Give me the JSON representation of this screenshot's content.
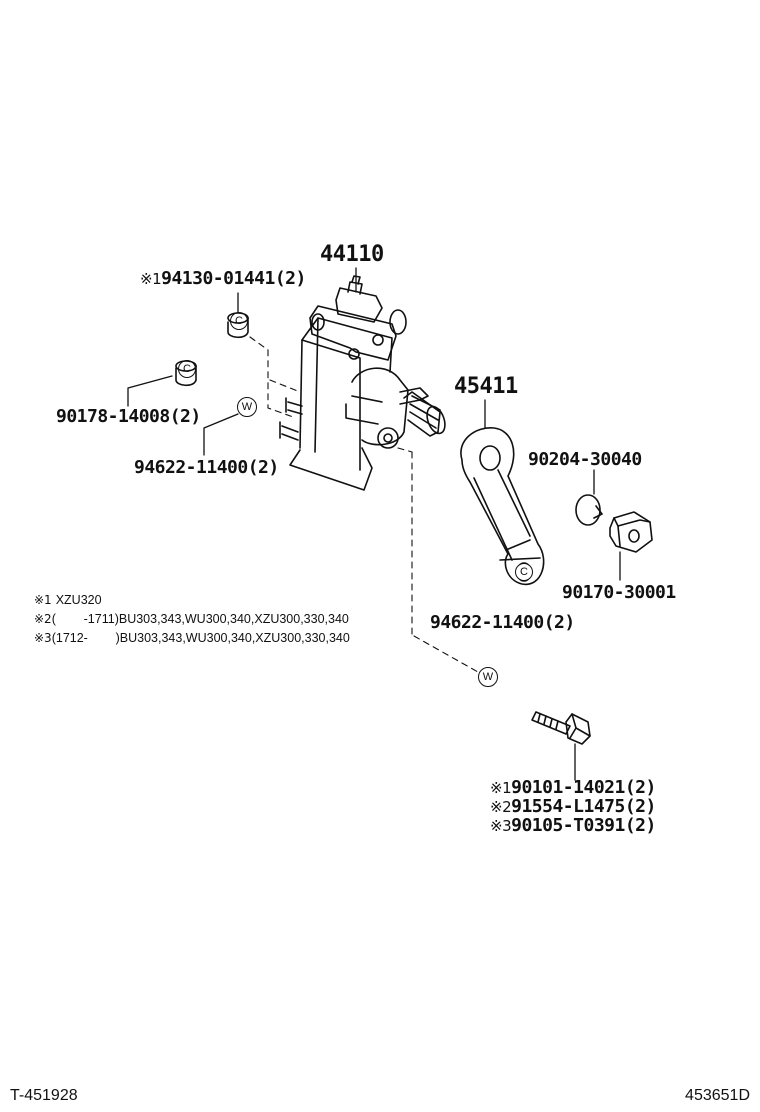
{
  "callouts": {
    "gear_housing": "44110",
    "cap_with_note": {
      "marker": "※1",
      "part": "94130-01441(2)"
    },
    "cap": "90178-14008(2)",
    "washer_top": "94622-11400(2)",
    "pitman_arm": "45411",
    "lock_washer": "90204-30040",
    "nut": "90170-30001",
    "washer_bottom": "94622-11400(2)",
    "bolts": [
      {
        "marker": "※1",
        "part": "90101-14021(2)"
      },
      {
        "marker": "※2",
        "part": "91554-L1475(2)"
      },
      {
        "marker": "※3",
        "part": "90105-T0391(2)"
      }
    ]
  },
  "badges": {
    "cap": "C",
    "washer": "W"
  },
  "notes": [
    {
      "marker": "※1",
      "text": "XZU320"
    },
    {
      "marker": "※2",
      "text": "(        -1711)BU303,343,WU300,340,XZU300,330,340"
    },
    {
      "marker": "※3",
      "text": "(1712-        )BU303,343,WU300,340,XZU300,330,340"
    }
  ],
  "footer": {
    "left": "T-451928",
    "right": "453651D"
  }
}
